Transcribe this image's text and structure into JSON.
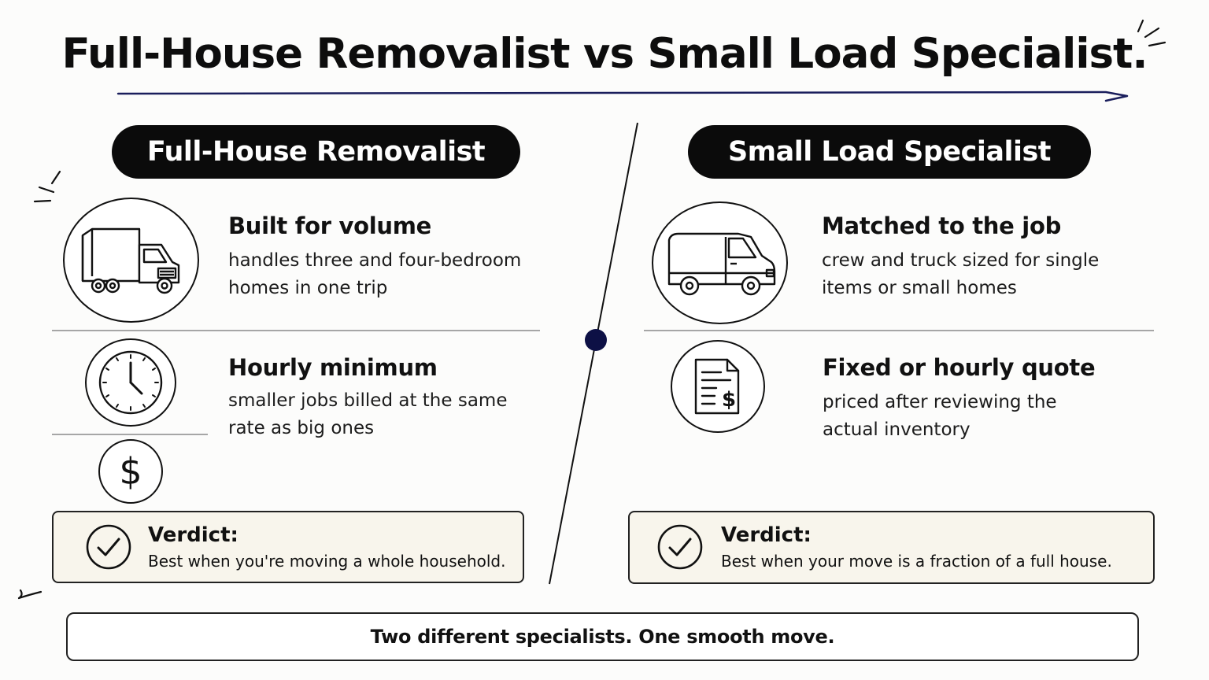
{
  "title": "Full-House Removalist vs Small Load Specialist.",
  "colors": {
    "accent": "#1a1e5c",
    "pill": "#0b0b0b",
    "verdict_bg": "#f8f5ec"
  },
  "left": {
    "heading": "Full-House Removalist",
    "features": [
      {
        "icon": "truck-icon",
        "title": "Built for volume",
        "desc": [
          "handles three and four-bedroom",
          "homes in one trip"
        ]
      },
      {
        "icon": "clock-icon",
        "title": "Hourly minimum",
        "desc": [
          "smaller jobs billed at the same",
          "rate as big ones"
        ]
      },
      {
        "icon": "dollar-icon",
        "symbol": "$"
      }
    ],
    "verdict": {
      "title": "Verdict:",
      "text": "Best when you're moving a whole household."
    }
  },
  "right": {
    "heading": "Small Load Specialist",
    "features": [
      {
        "icon": "van-icon",
        "title": "Matched to the job",
        "desc": [
          "crew and truck sized for single",
          "items or small homes"
        ]
      },
      {
        "icon": "invoice-icon",
        "title": "Fixed or hourly quote",
        "desc": [
          "priced after reviewing the",
          "actual inventory"
        ]
      }
    ],
    "verdict": {
      "title": "Verdict:",
      "text": "Best when your move is a fraction of a full house."
    }
  },
  "footer": "Two different specialists. One smooth move."
}
